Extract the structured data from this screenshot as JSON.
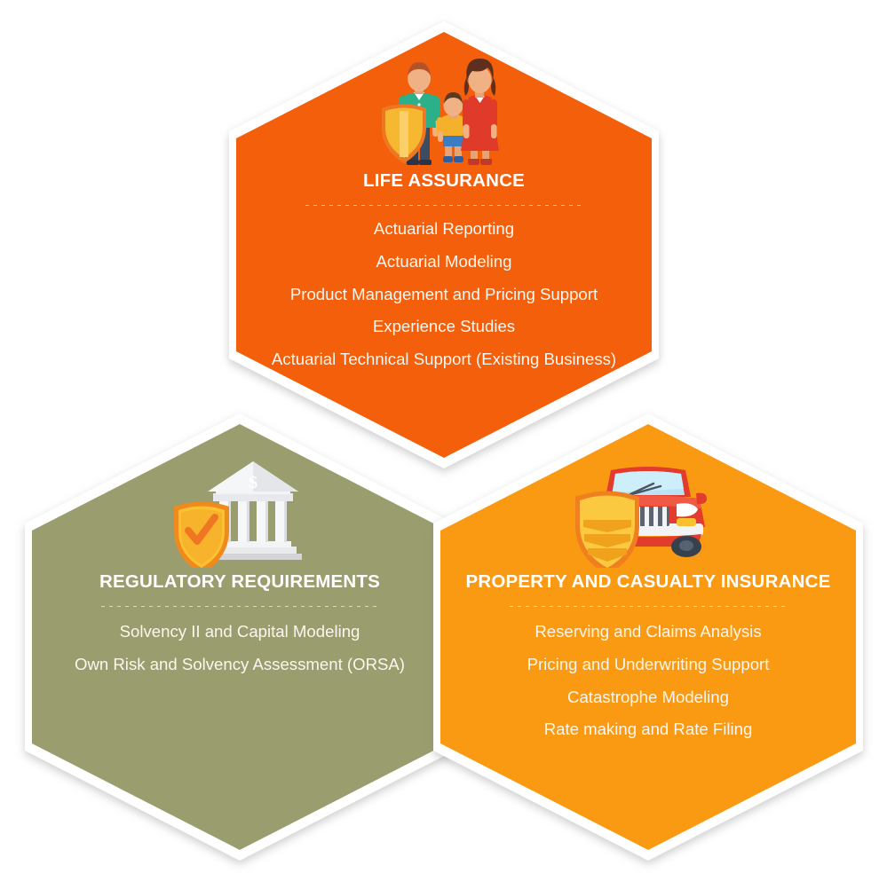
{
  "infographic": {
    "title": "Actuarial Services Hexagon Infographic",
    "background_color": "#ffffff",
    "border_color": "#ffffff",
    "sections": [
      {
        "id": "life-assurance",
        "title": "LIFE ASSURANCE",
        "color": "#f35f0a",
        "icon": "family-shield-icon",
        "items": [
          "Actuarial Reporting",
          "Actuarial Modeling",
          "Product Management and Pricing Support",
          "Experience Studies",
          "Actuarial Technical Support (Existing Business)"
        ]
      },
      {
        "id": "regulatory-requirements",
        "title": "REGULATORY REQUIREMENTS",
        "color": "#9a9d6e",
        "icon": "bank-shield-check-icon",
        "items": [
          "Solvency II and Capital Modeling",
          "Own Risk and Solvency Assessment (ORSA)"
        ]
      },
      {
        "id": "property-and-casualty-insurance",
        "title": "PROPERTY AND CASUALTY INSURANCE",
        "color": "#f99a12",
        "icon": "car-shield-icon",
        "items": [
          "Reserving and Claims Analysis",
          "Pricing and Underwriting Support",
          "Catastrophe Modeling",
          "Rate making and Rate Filing"
        ]
      }
    ]
  }
}
